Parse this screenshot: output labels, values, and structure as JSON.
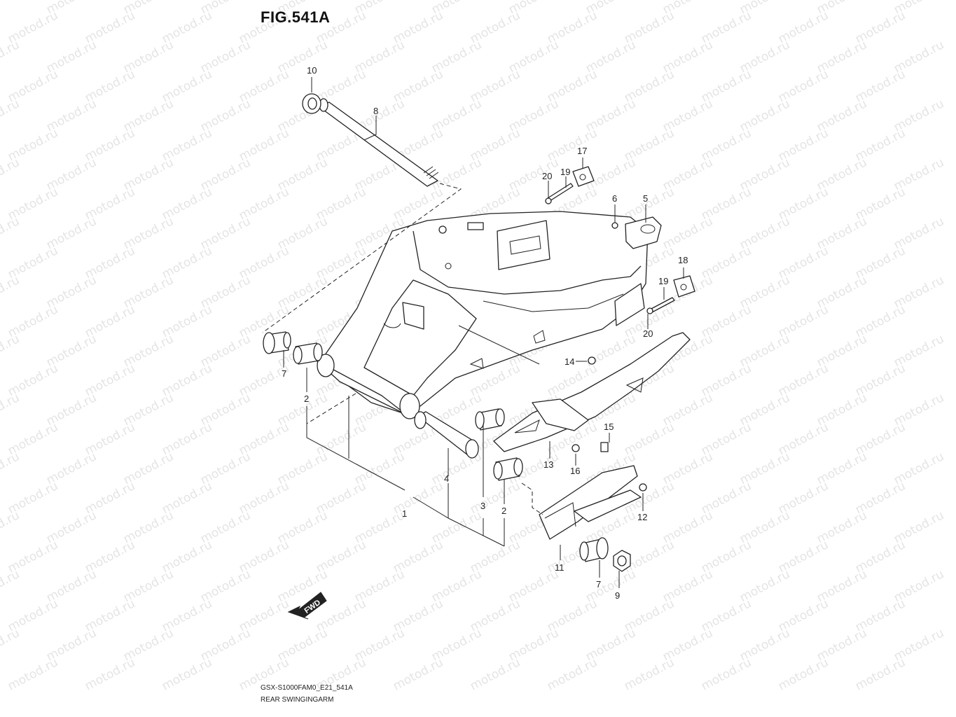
{
  "figure": {
    "title": "FIG.541A",
    "code": "GSX-S1000FAM0_E21_541A",
    "name": "REAR SWINGINGARM"
  },
  "watermark": {
    "text": "motod.ru"
  },
  "fwd_label": "FWD",
  "callouts": [
    {
      "id": "c10",
      "label": "10"
    },
    {
      "id": "c8",
      "label": "8"
    },
    {
      "id": "c17",
      "label": "17"
    },
    {
      "id": "c20a",
      "label": "20"
    },
    {
      "id": "c19a",
      "label": "19"
    },
    {
      "id": "c6",
      "label": "6"
    },
    {
      "id": "c5",
      "label": "5"
    },
    {
      "id": "c18",
      "label": "18"
    },
    {
      "id": "c19b",
      "label": "19"
    },
    {
      "id": "c20b",
      "label": "20"
    },
    {
      "id": "c14",
      "label": "14"
    },
    {
      "id": "c7a",
      "label": "7"
    },
    {
      "id": "c2a",
      "label": "2"
    },
    {
      "id": "c15",
      "label": "15"
    },
    {
      "id": "c13",
      "label": "13"
    },
    {
      "id": "c16",
      "label": "16"
    },
    {
      "id": "c4",
      "label": "4"
    },
    {
      "id": "c12",
      "label": "12"
    },
    {
      "id": "c1",
      "label": "1"
    },
    {
      "id": "c3",
      "label": "3"
    },
    {
      "id": "c2b",
      "label": "2"
    },
    {
      "id": "c11",
      "label": "11"
    },
    {
      "id": "c7b",
      "label": "7"
    },
    {
      "id": "c9",
      "label": "9"
    }
  ]
}
